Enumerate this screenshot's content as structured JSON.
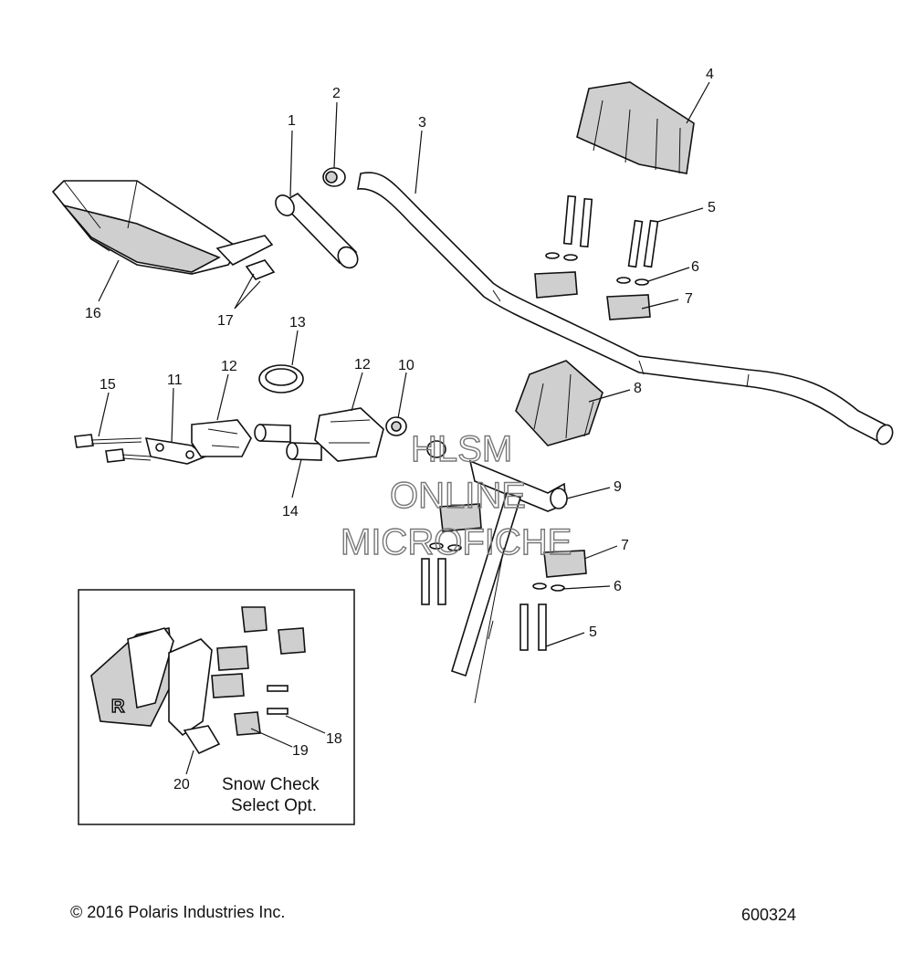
{
  "callouts": {
    "c1": "1",
    "c2": "2",
    "c3": "3",
    "c4": "4",
    "c5a": "5",
    "c6a": "6",
    "c7a": "7",
    "c8": "8",
    "c9": "9",
    "c7b": "7",
    "c6b": "6",
    "c5b": "5",
    "c10": "10",
    "c11": "11",
    "c12a": "12",
    "c12b": "12",
    "c13": "13",
    "c14": "14",
    "c15": "15",
    "c16": "16",
    "c17": "17",
    "c18": "18",
    "c19": "19",
    "c20": "20"
  },
  "watermark": {
    "line1": "HLSM",
    "line2": "ONLINE",
    "line3": "MICROFICHE"
  },
  "inset": {
    "line1": "Snow Check",
    "line2": "Select Opt.",
    "badge": "R"
  },
  "footer": {
    "copyright": "© 2016 Polaris Industries Inc.",
    "diagram_number": "600324"
  }
}
